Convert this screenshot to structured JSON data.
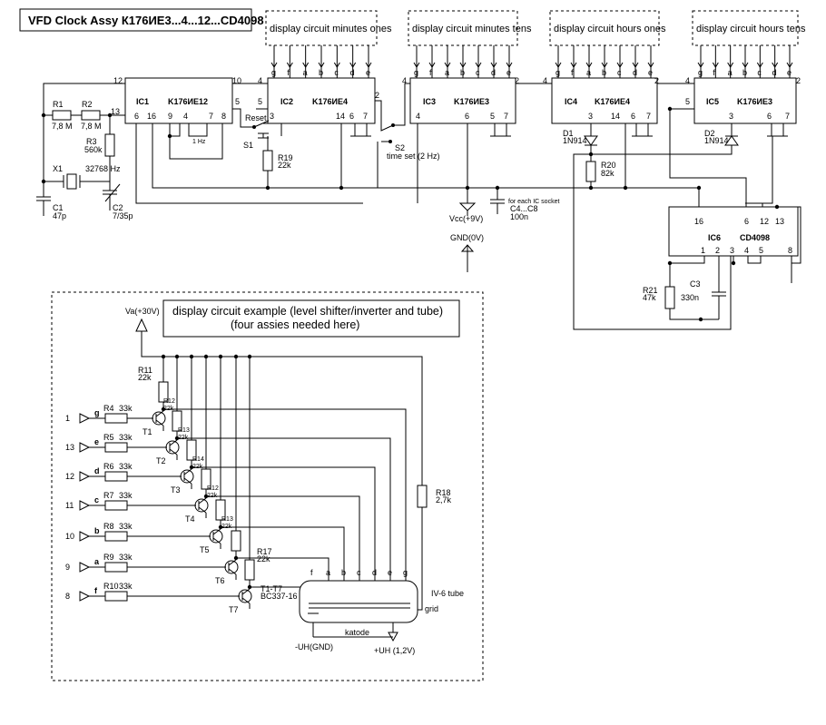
{
  "title": "VFD Clock Assy К176ИЕ3...4...12...CD4098",
  "displays": [
    "display circuit minutes ones",
    "display circuit minutes  tens",
    "display circuit hours ones",
    "display circuit hours  tens"
  ],
  "pin_letters": [
    "g",
    "f",
    "a",
    "b",
    "c",
    "d",
    "e"
  ],
  "pin_numbers": [
    "1",
    "8",
    "9",
    "10",
    "11",
    "12",
    "13"
  ],
  "ics": {
    "ic1": {
      "ref": "IC1",
      "part": "K176ИЕ12",
      "pins_top": [
        "12",
        "10"
      ],
      "pins_bottom": [
        "6",
        "16",
        "9",
        "4",
        "7",
        "8"
      ],
      "pin13": "13",
      "pin5": "5",
      "pin1hz": "1 Hz"
    },
    "ic2": {
      "ref": "IC2",
      "part": "K176ИЕ4",
      "pin4": "4",
      "pin5": "5",
      "pin2": "2",
      "pin3": "3",
      "pins_bottom": [
        "14",
        "6",
        "7"
      ]
    },
    "ic3": {
      "ref": "IC3",
      "part": "K176ИЕ3",
      "pin4": "4",
      "pin2": "2",
      "pins_bottom": [
        "6",
        "5",
        "7"
      ]
    },
    "ic4": {
      "ref": "IC4",
      "part": "K176ИЕ4",
      "pin4": "4",
      "pin2": "2",
      "pins_bottom": [
        "3",
        "14",
        "6",
        "7"
      ]
    },
    "ic5": {
      "ref": "IC5",
      "part": "K176ИЕ3",
      "pin4": "4",
      "pin5": "5",
      "pin2": "2",
      "pins_bottom": [
        "3",
        "6",
        "7"
      ]
    },
    "ic6": {
      "ref": "IC6",
      "part": "CD4098",
      "pins_top": [
        "16",
        "6",
        "12",
        "13"
      ],
      "pins_bottom": [
        "1",
        "2",
        "3",
        "4",
        "5",
        "8"
      ]
    }
  },
  "components": {
    "r1": {
      "ref": "R1",
      "value": "7,8 M"
    },
    "r2": {
      "ref": "R2",
      "value": "7,8 M"
    },
    "r3": {
      "ref": "R3",
      "value": "560k"
    },
    "x1": {
      "ref": "X1",
      "value": "32768 Hz"
    },
    "c1": {
      "ref": "C1",
      "value": "47p"
    },
    "c2": {
      "ref": "C2",
      "value": "7/35p"
    },
    "r19": {
      "ref": "R19",
      "value": "22k"
    },
    "reset": "Reset",
    "s1": "S1",
    "s2": "S2",
    "timeset": "time set (2 Hz)",
    "vcc": "Vcc(+9V)",
    "gnd": "GND(0V)",
    "decoup": "for  each IC socket",
    "c4c8": "C4...C8",
    "c4val": "100n",
    "d1": {
      "ref": "D1",
      "value": "1N914"
    },
    "d2": {
      "ref": "D2",
      "value": "1N914"
    },
    "r20": {
      "ref": "R20",
      "value": "82k"
    },
    "r21": {
      "ref": "R21",
      "value": "47k"
    },
    "c3": {
      "ref": "C3",
      "value": "330n"
    }
  },
  "example": {
    "title_line1": "display circuit example (level shifter/inverter and tube)",
    "title_line2": "(four assies needed here)",
    "va": "Va(+30V)",
    "inputs": [
      {
        "pin": "1",
        "seg": "g",
        "r": "R4",
        "rv": "33k"
      },
      {
        "pin": "13",
        "seg": "e",
        "r": "R5",
        "rv": "33k"
      },
      {
        "pin": "12",
        "seg": "d",
        "r": "R6",
        "rv": "33k"
      },
      {
        "pin": "11",
        "seg": "c",
        "r": "R7",
        "rv": "33k"
      },
      {
        "pin": "10",
        "seg": "b",
        "r": "R8",
        "rv": "33k"
      },
      {
        "pin": "9",
        "seg": "a",
        "r": "R9",
        "rv": "33k"
      },
      {
        "pin": "8",
        "seg": "f",
        "r": "R10",
        "rv": "33k"
      }
    ],
    "transistors": [
      "T1",
      "T2",
      "T3",
      "T4",
      "T5",
      "T6",
      "T7"
    ],
    "r11": {
      "ref": "R11",
      "value": "22k"
    },
    "collector_rs": [
      {
        "ref": "R12",
        "value": "22k"
      },
      {
        "ref": "R13",
        "value": "22k"
      },
      {
        "ref": "R14",
        "value": "22k"
      },
      {
        "ref": "R12",
        "value": "22k"
      },
      {
        "ref": "R13",
        "value": "22k"
      }
    ],
    "r17": {
      "ref": "R17",
      "value": "22k"
    },
    "r18": {
      "ref": "R18",
      "value": "2,7k"
    },
    "tx_label": "T1-T7",
    "tx_part": "BC337-16",
    "tube": "IV-6 tube",
    "grid": "grid",
    "katode": "katode",
    "uh_minus": "-UH(GND)",
    "uh_plus": "+UH (1,2V)",
    "tube_pins": [
      "f",
      "a",
      "b",
      "c",
      "d",
      "e",
      "g"
    ]
  }
}
